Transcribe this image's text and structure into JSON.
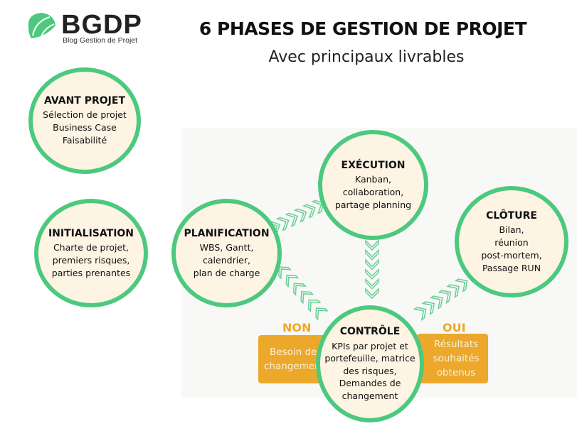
{
  "logo": {
    "name": "BGDP",
    "tagline": "Blog Gestion de Projet"
  },
  "header": {
    "title": "6 PHASES DE GESTION DE PROJET",
    "subtitle": "Avec principaux livrables"
  },
  "phases": {
    "avant_projet": {
      "title": "AVANT PROJET",
      "lines": [
        "Sélection de projet",
        "Business Case",
        "Faisabilité"
      ]
    },
    "initialisation": {
      "title": "INITIALISATION",
      "lines": [
        "Charte de projet,",
        "premiers risques,",
        "parties prenantes"
      ]
    },
    "planification": {
      "title": "PLANIFICATION",
      "lines": [
        "WBS, Gantt,",
        "calendrier,",
        "plan de charge"
      ]
    },
    "execution": {
      "title": "EXÉCUTION",
      "lines": [
        "Kanban,",
        "collaboration,",
        "partage planning"
      ]
    },
    "cloture": {
      "title": "CLÔTURE",
      "lines": [
        "Bilan,",
        "réunion",
        "post-mortem,",
        "Passage RUN"
      ]
    },
    "controle": {
      "title": "CONTRÔLE",
      "lines": [
        "KPIs par projet et",
        "portefeuille, matrice",
        "des risques,",
        "Demandes de",
        "changement"
      ]
    }
  },
  "decisions": {
    "non": {
      "label": "NON",
      "lines": [
        "Besoin de",
        "changement"
      ]
    },
    "oui": {
      "label": "OUI",
      "lines": [
        "Résultats",
        "souhaités",
        "obtenus"
      ]
    }
  },
  "colors": {
    "green": "#4cc97e",
    "orange": "#eba82a",
    "circle_fill": "#fdf4e4"
  }
}
